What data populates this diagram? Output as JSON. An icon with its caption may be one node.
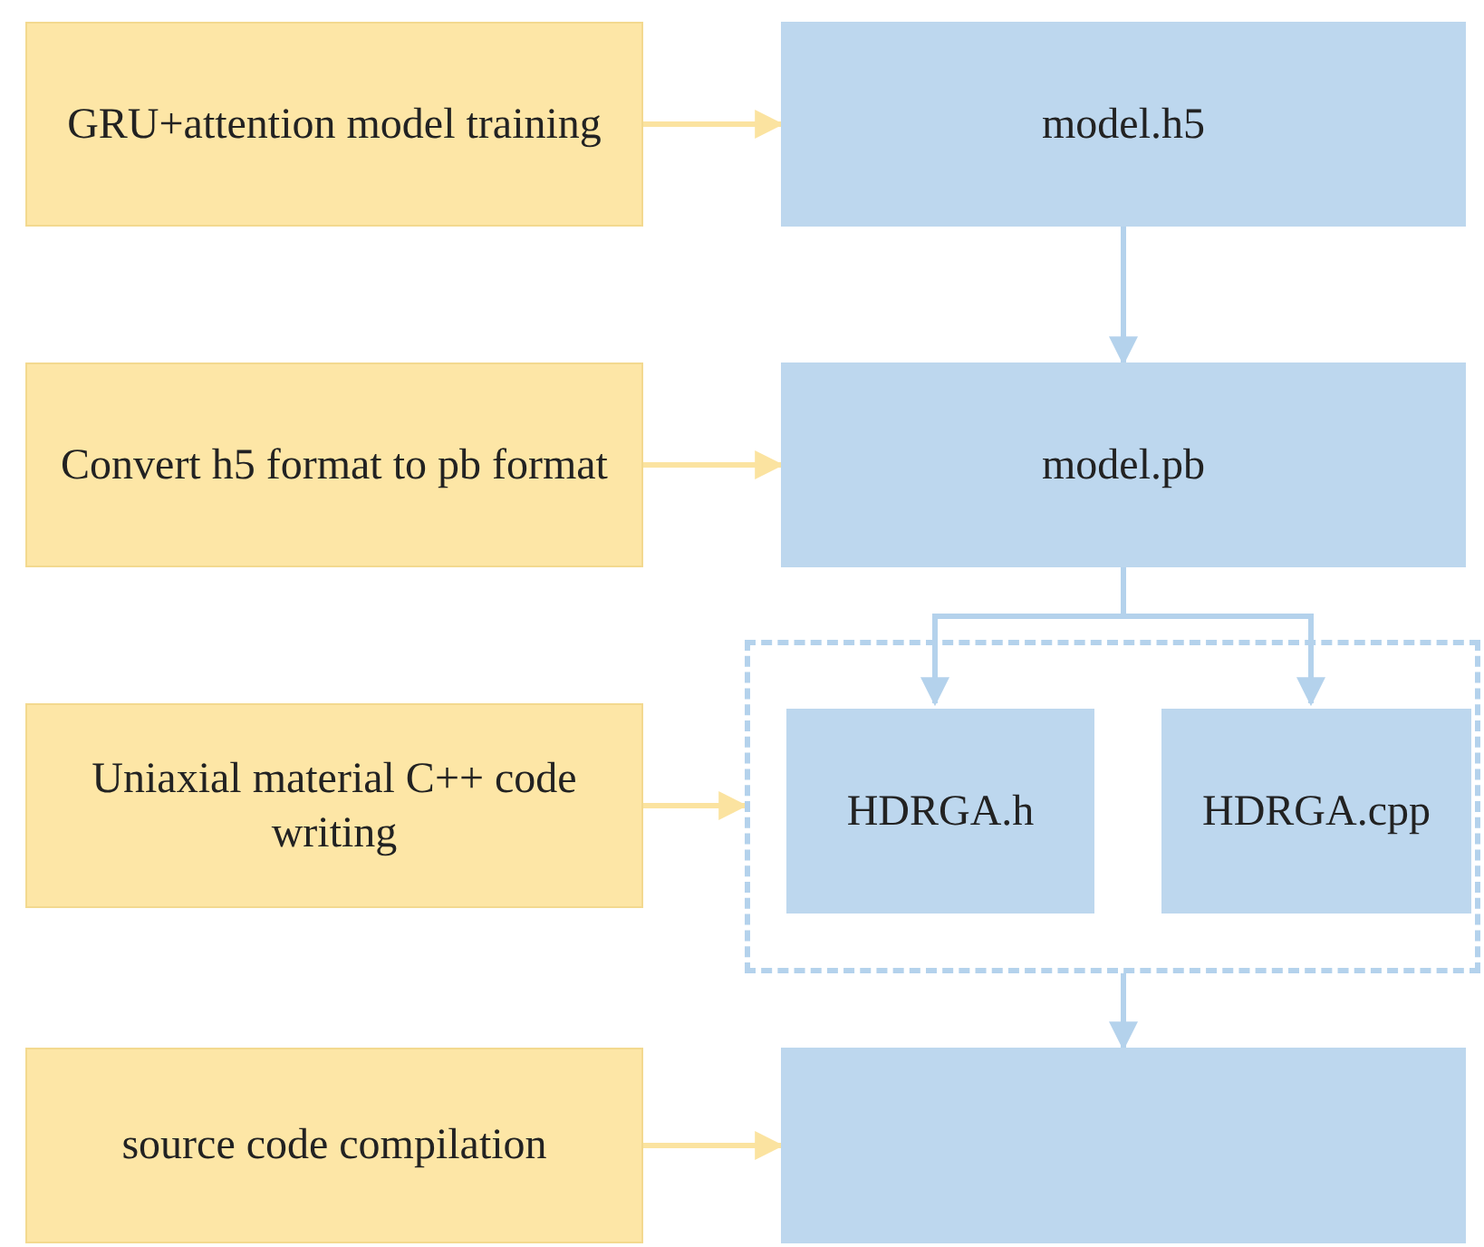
{
  "diagram": {
    "nodes": [
      {
        "text": [
          "GRU+attention model training"
        ]
      },
      {
        "text": [
          "model.h5"
        ]
      },
      {
        "text": [
          "Convert h5 format to pb format"
        ]
      },
      {
        "text": [
          "model.pb"
        ]
      },
      {
        "text": [
          "Uniaxial material C++ code writing"
        ]
      },
      {
        "text": [],
        "shape": "box"
      },
      {
        "text": [
          "HDRGA.h"
        ],
        "in": 5
      },
      {
        "text": [
          "HDRGA.cpp"
        ],
        "in": 5
      },
      {
        "text": [
          "source code compilation"
        ]
      },
      {
        "text": [],
        "shape": "box"
      }
    ],
    "edges": [
      {
        "from": 0,
        "to": 1,
        "arrow": "to",
        "color": "#fbe3a0"
      },
      {
        "from": 1,
        "to": 3,
        "arrow": "to",
        "color": "#b4d2ec"
      },
      {
        "from": 2,
        "to": 3,
        "arrow": "to",
        "color": "#fbe3a0"
      },
      {
        "from": 3,
        "to": 6,
        "arrow": "to",
        "color": "#b4d2ec"
      },
      {
        "from": 3,
        "to": 7,
        "arrow": "to",
        "color": "#b4d2ec"
      },
      {
        "from": 4,
        "to": 5,
        "arrow": "to",
        "color": "#fbe3a0"
      },
      {
        "from": 5,
        "to": 9,
        "arrow": "to",
        "color": "#b4d2ec"
      },
      {
        "from": 8,
        "to": 9,
        "arrow": "to",
        "color": "#fbe3a0"
      }
    ]
  }
}
